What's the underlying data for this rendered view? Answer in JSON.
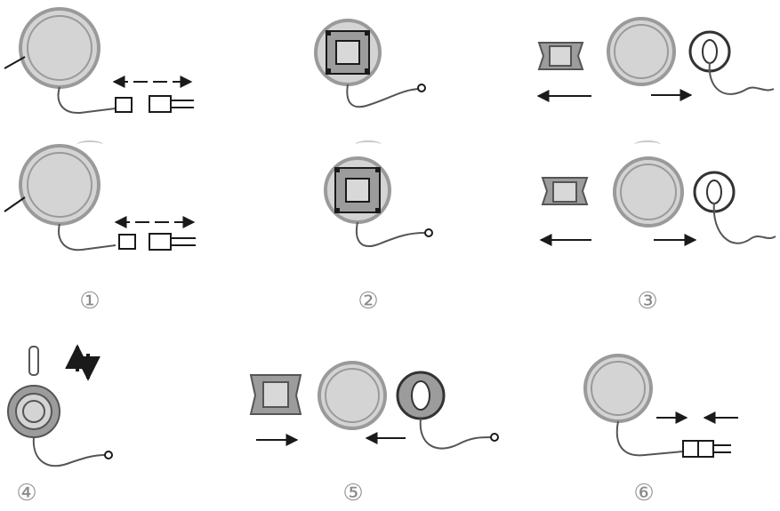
{
  "steps": [
    {
      "label": "①"
    },
    {
      "label": "②"
    },
    {
      "label": "③"
    },
    {
      "label": "④"
    },
    {
      "label": "⑤"
    },
    {
      "label": "⑥"
    }
  ],
  "colors": {
    "line": "#1a1a1a",
    "disc_fill": "#d4d4d4",
    "ring": "#9a9a9a",
    "frame_fill": "#9c9c9c",
    "frame_inner": "#d8d8d8",
    "label": "#8a8a8a"
  }
}
